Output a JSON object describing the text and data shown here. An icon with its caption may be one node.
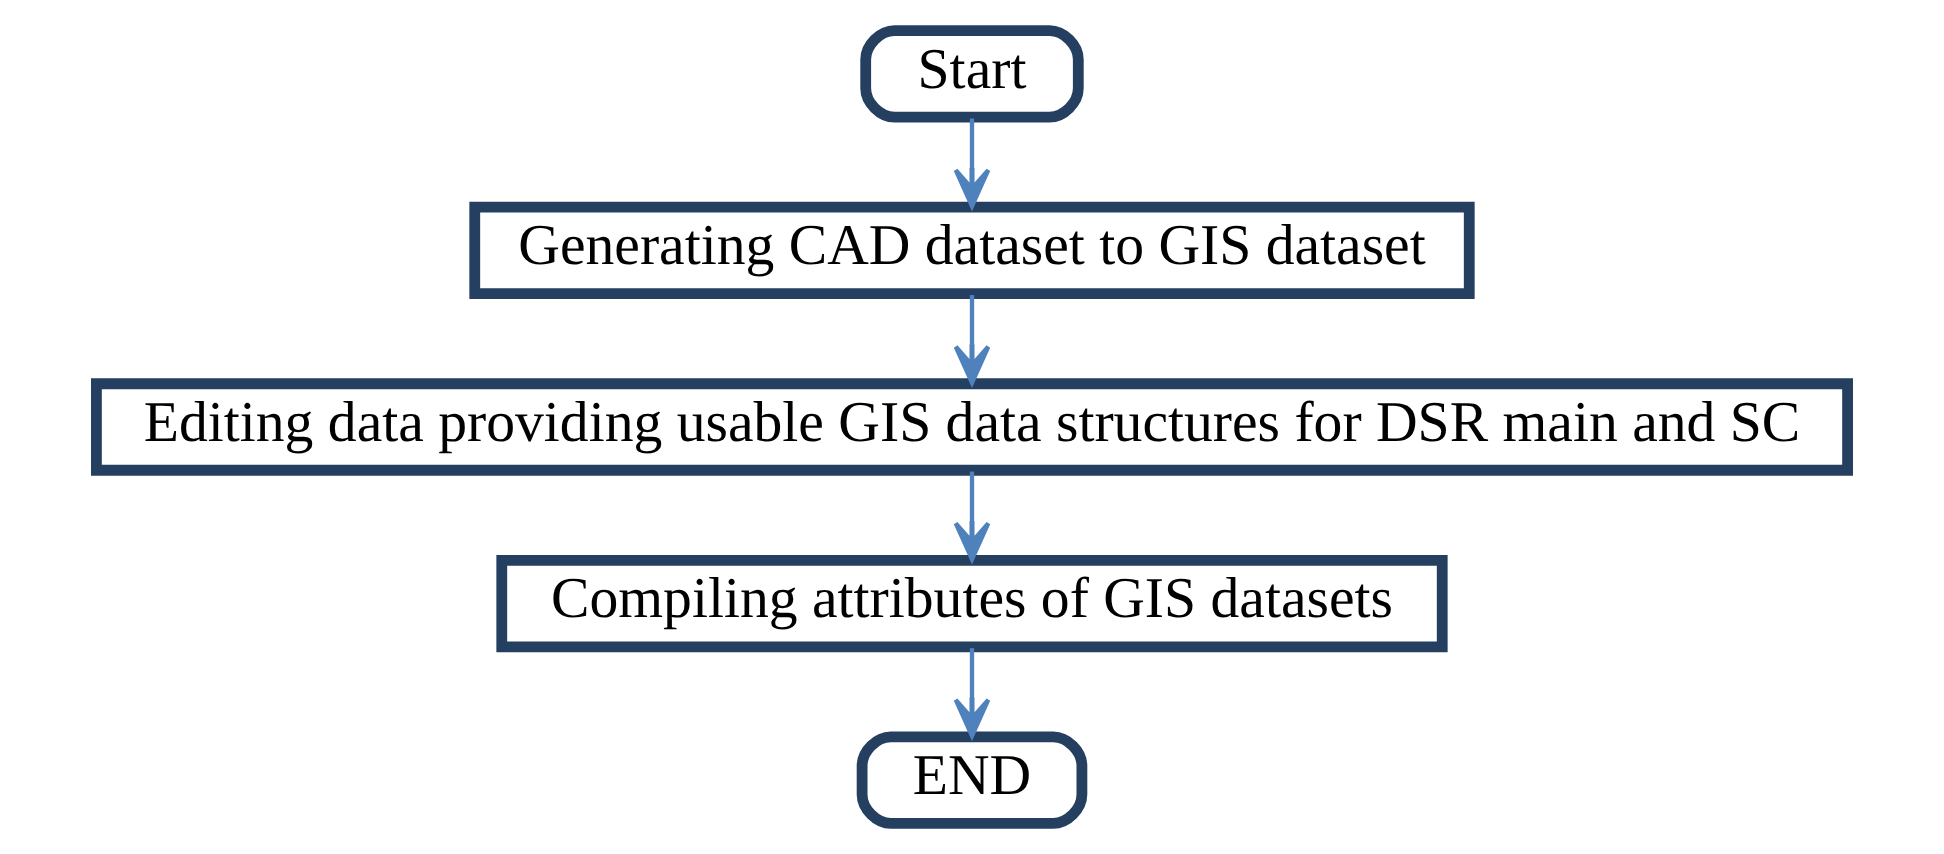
{
  "diagram": {
    "nodes": [
      {
        "text": [
          "Start"
        ]
      },
      {
        "text": [
          "Generating CAD dataset to GIS dataset"
        ]
      },
      {
        "text": [
          "Editing data providing usable GIS data structures for DSR main and SC"
        ]
      },
      {
        "text": [
          "Compiling attributes of GIS datasets"
        ]
      },
      {
        "text": [
          "END"
        ]
      }
    ],
    "edges": [
      {
        "from": 0,
        "to": 1,
        "arrow": "to"
      },
      {
        "from": 1,
        "to": 2,
        "arrow": "to"
      },
      {
        "from": 2,
        "to": 3,
        "arrow": "to"
      },
      {
        "from": 3,
        "to": 4,
        "arrow": "to"
      }
    ]
  }
}
